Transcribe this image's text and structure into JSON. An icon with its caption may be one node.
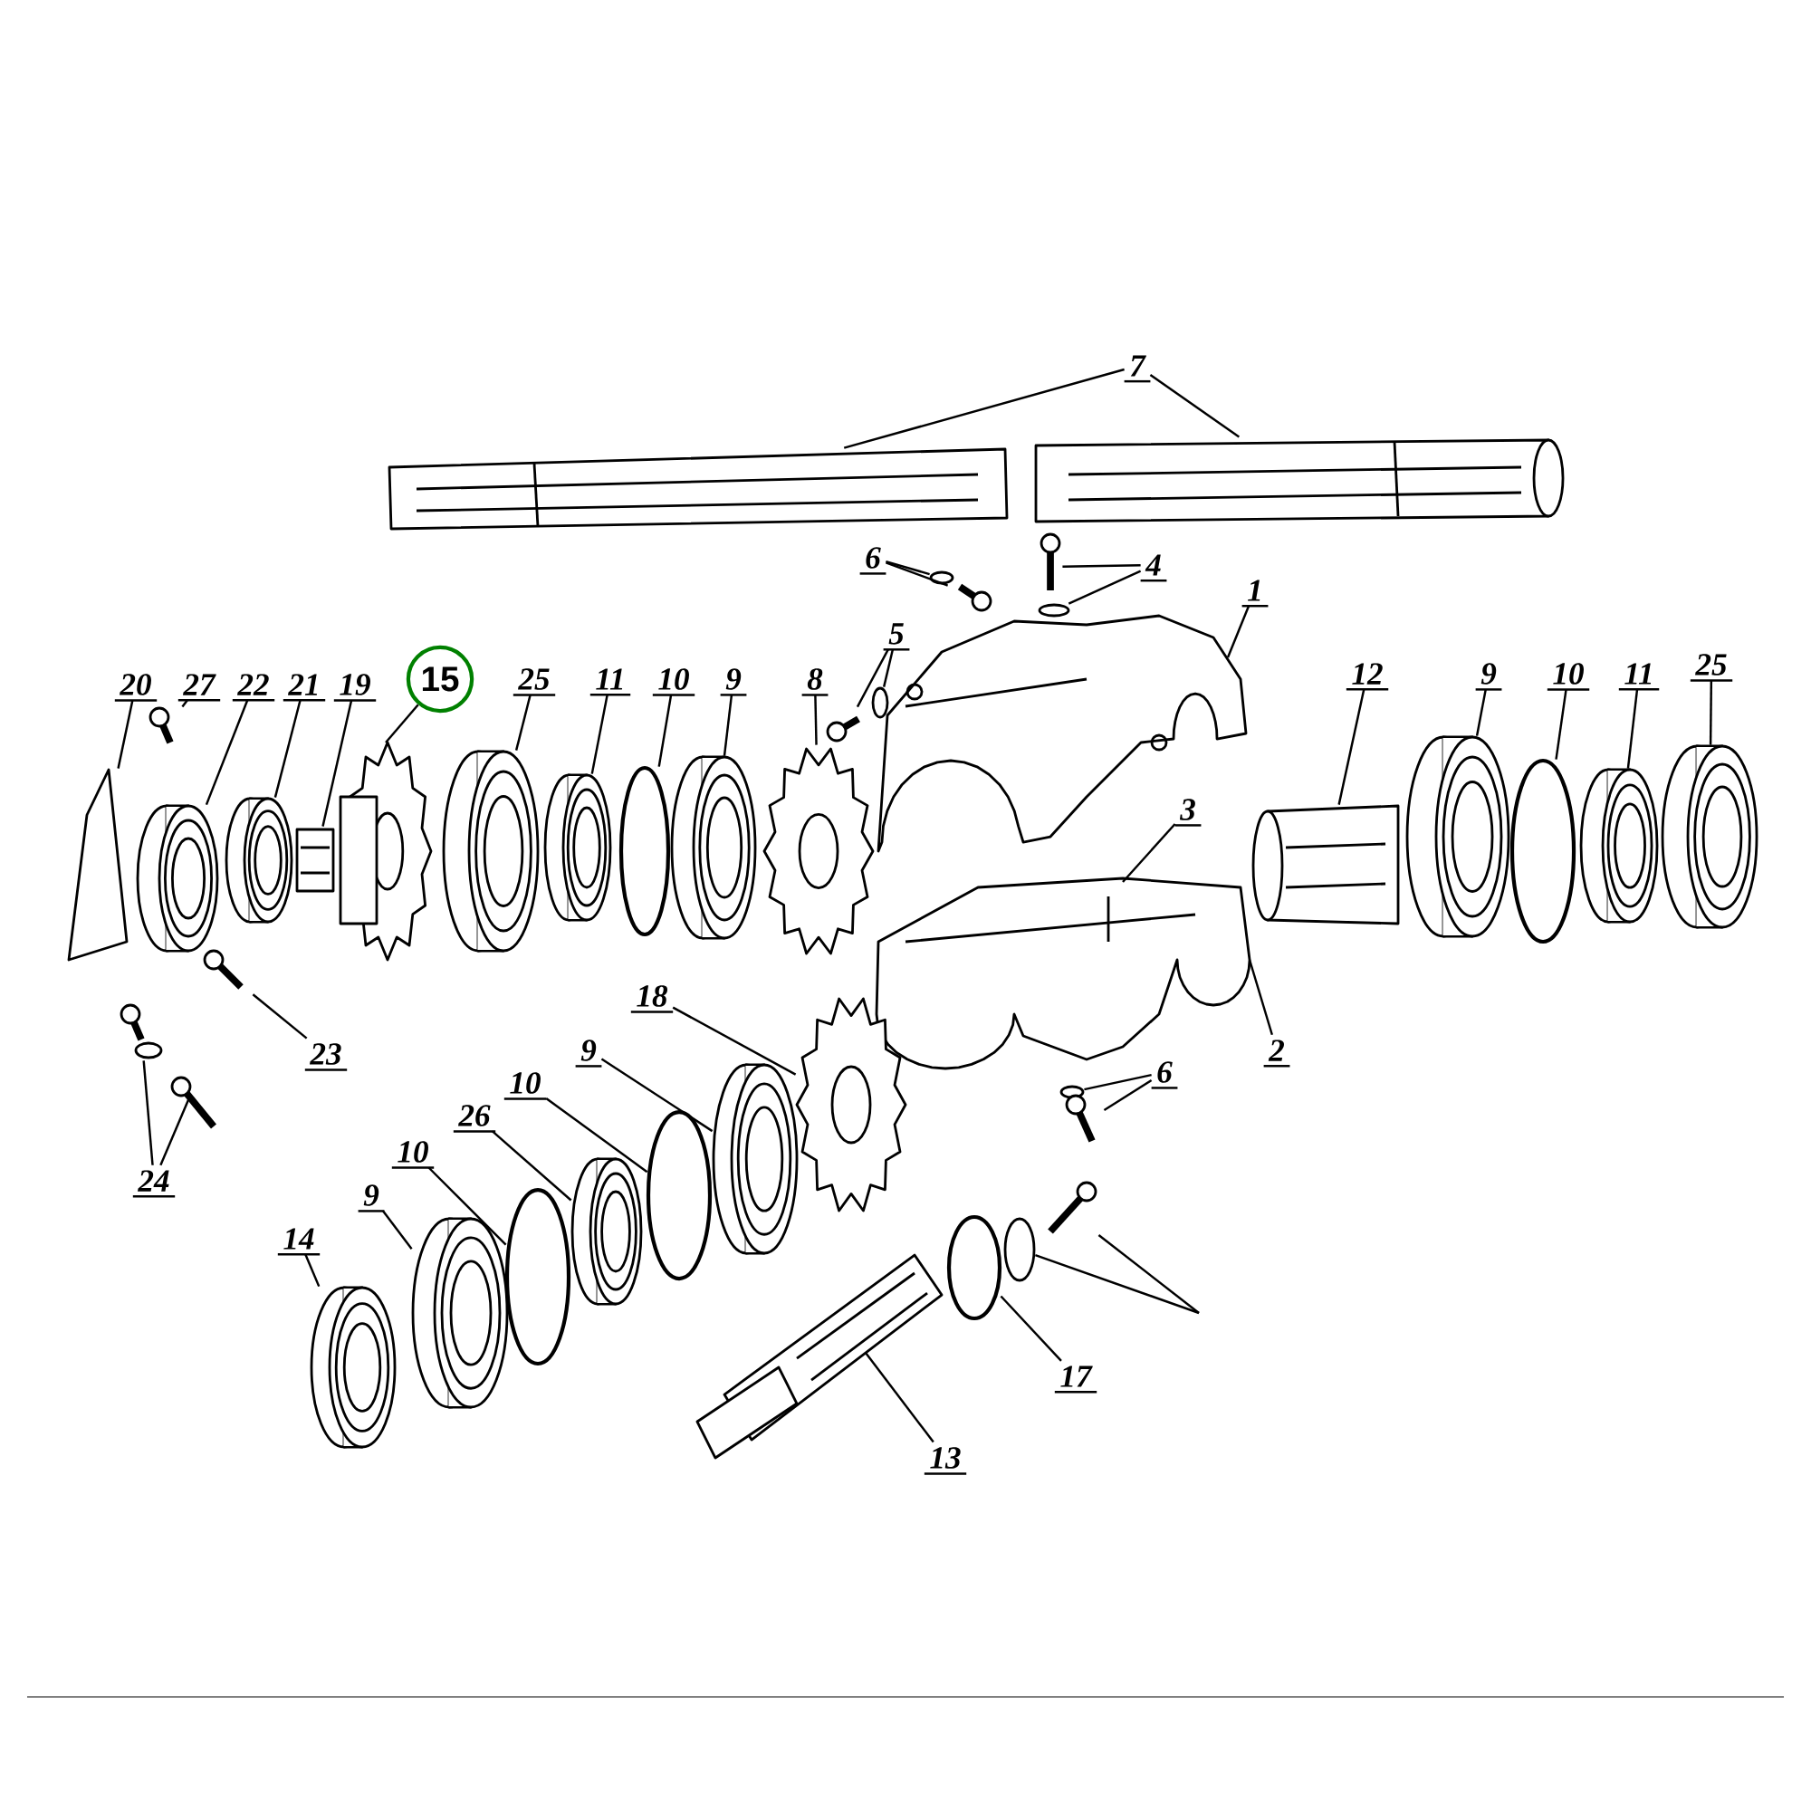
{
  "diagram": {
    "nodes": [
      {
        "text": [
          "7"
        ]
      },
      {
        "text": [
          "6"
        ]
      },
      {
        "text": [
          "4"
        ]
      },
      {
        "text": [
          "5"
        ]
      },
      {
        "text": [
          "1"
        ]
      },
      {
        "text": [
          "3"
        ]
      },
      {
        "text": [
          "12"
        ]
      },
      {
        "text": [
          "9"
        ]
      },
      {
        "text": [
          "10"
        ]
      },
      {
        "text": [
          "11"
        ]
      },
      {
        "text": [
          "25"
        ]
      },
      {
        "text": [
          "2"
        ]
      },
      {
        "text": [
          "6"
        ]
      },
      {
        "text": [
          "20"
        ]
      },
      {
        "text": [
          "27"
        ]
      },
      {
        "text": [
          "22"
        ]
      },
      {
        "text": [
          "21"
        ]
      },
      {
        "text": [
          "19"
        ]
      },
      {
        "text": [
          "15"
        ]
      },
      {
        "text": [
          "25"
        ]
      },
      {
        "text": [
          "11"
        ]
      },
      {
        "text": [
          "10"
        ]
      },
      {
        "text": [
          "9"
        ]
      },
      {
        "text": [
          "8"
        ]
      },
      {
        "text": [
          "23"
        ]
      },
      {
        "text": [
          "24"
        ]
      },
      {
        "text": [
          "18"
        ]
      },
      {
        "text": [
          "9"
        ]
      },
      {
        "text": [
          "10"
        ]
      },
      {
        "text": [
          "26"
        ]
      },
      {
        "text": [
          "10"
        ]
      },
      {
        "text": [
          "9"
        ]
      },
      {
        "text": [
          "14"
        ]
      },
      {
        "text": [
          "17"
        ]
      },
      {
        "text": [
          "13"
        ]
      },
      {
        "text": [],
        "shape": "picture"
      },
      {
        "text": [],
        "shape": "picture"
      },
      {
        "text": [],
        "shape": "circle"
      },
      {
        "text": [],
        "shape": "picture"
      },
      {
        "text": [],
        "shape": "picture"
      },
      {
        "text": [],
        "shape": "circle"
      },
      {
        "text": [],
        "shape": "picture"
      },
      {
        "text": [],
        "shape": "circle"
      },
      {
        "text": [],
        "shape": "picture"
      },
      {
        "text": [],
        "shape": "picture"
      },
      {
        "text": [],
        "shape": "picture"
      },
      {
        "text": [],
        "shape": "picture"
      },
      {
        "text": [],
        "shape": "picture"
      },
      {
        "text": [],
        "shape": "picture"
      },
      {
        "text": [],
        "shape": "picture"
      },
      {
        "text": [],
        "shape": "picture"
      },
      {
        "text": [],
        "shape": "picture"
      },
      {
        "text": [],
        "shape": "picture"
      },
      {
        "text": [],
        "shape": "picture"
      },
      {
        "text": [],
        "shape": "picture"
      },
      {
        "text": [],
        "shape": "picture"
      },
      {
        "text": [],
        "shape": "circle"
      },
      {
        "text": [],
        "shape": "picture"
      },
      {
        "text": [],
        "shape": "picture"
      },
      {
        "text": [],
        "shape": "picture"
      },
      {
        "text": [],
        "shape": "picture"
      },
      {
        "text": [],
        "shape": "circle"
      },
      {
        "text": [],
        "shape": "picture"
      },
      {
        "text": [],
        "shape": "picture"
      },
      {
        "text": [],
        "shape": "circle"
      },
      {
        "text": [],
        "shape": "picture"
      },
      {
        "text": [],
        "shape": "picture"
      },
      {
        "text": [],
        "shape": "picture"
      },
      {
        "text": [],
        "shape": "circle"
      },
      {
        "text": [],
        "shape": "picture"
      },
      {
        "text": [],
        "shape": "circle"
      },
      {
        "text": [],
        "shape": "picture"
      },
      {
        "text": [],
        "shape": "picture"
      },
      {
        "text": [],
        "shape": "picture"
      },
      {
        "text": [],
        "shape": "circle"
      },
      {
        "text": [],
        "shape": "circle"
      },
      {
        "text": [],
        "shape": "picture"
      }
    ],
    "edges": [
      {
        "from": 0,
        "to": 35,
        "arrow": "none"
      },
      {
        "from": 0,
        "to": 36,
        "arrow": "none"
      },
      {
        "from": 1,
        "to": 37,
        "arrow": "none"
      },
      {
        "from": 1,
        "to": 38,
        "arrow": "none"
      },
      {
        "from": 2,
        "to": 39,
        "arrow": "none"
      },
      {
        "from": 2,
        "to": 40,
        "arrow": "none"
      },
      {
        "from": 3,
        "to": 41,
        "arrow": "none"
      },
      {
        "from": 3,
        "to": 42,
        "arrow": "none"
      },
      {
        "from": 4,
        "to": 43,
        "arrow": "none"
      },
      {
        "from": 5,
        "to": 44,
        "arrow": "none"
      },
      {
        "from": 6,
        "to": 59,
        "arrow": "none"
      },
      {
        "from": 7,
        "to": 60,
        "arrow": "none"
      },
      {
        "from": 8,
        "to": 61,
        "arrow": "none"
      },
      {
        "from": 9,
        "to": 62,
        "arrow": "none"
      },
      {
        "from": 10,
        "to": 63,
        "arrow": "none"
      },
      {
        "from": 11,
        "to": 44,
        "arrow": "none"
      },
      {
        "from": 12,
        "to": 64,
        "arrow": "none"
      },
      {
        "from": 12,
        "to": 65,
        "arrow": "none"
      },
      {
        "from": 13,
        "to": 46,
        "arrow": "none"
      },
      {
        "from": 14,
        "to": 45,
        "arrow": "none"
      },
      {
        "from": 15,
        "to": 47,
        "arrow": "none"
      },
      {
        "from": 16,
        "to": 48,
        "arrow": "none"
      },
      {
        "from": 17,
        "to": 49,
        "arrow": "none"
      },
      {
        "from": 18,
        "to": 50,
        "arrow": "none"
      },
      {
        "from": 19,
        "to": 54,
        "arrow": "none"
      },
      {
        "from": 20,
        "to": 55,
        "arrow": "none"
      },
      {
        "from": 21,
        "to": 56,
        "arrow": "none"
      },
      {
        "from": 22,
        "to": 57,
        "arrow": "none"
      },
      {
        "from": 23,
        "to": 58,
        "arrow": "none"
      },
      {
        "from": 24,
        "to": 51,
        "arrow": "none"
      },
      {
        "from": 25,
        "to": 52,
        "arrow": "none"
      },
      {
        "from": 25,
        "to": 53,
        "arrow": "none"
      },
      {
        "from": 26,
        "to": 66,
        "arrow": "none"
      },
      {
        "from": 27,
        "to": 67,
        "arrow": "none"
      },
      {
        "from": 28,
        "to": 68,
        "arrow": "none"
      },
      {
        "from": 29,
        "to": 69,
        "arrow": "none"
      },
      {
        "from": 30,
        "to": 70,
        "arrow": "none"
      },
      {
        "from": 31,
        "to": 71,
        "arrow": "none"
      },
      {
        "from": 32,
        "to": 72,
        "arrow": "none"
      },
      {
        "from": 33,
        "to": 74,
        "arrow": "none"
      },
      {
        "from": 34,
        "to": 73,
        "arrow": "none"
      },
      {
        "from": null,
        "to": 76,
        "arrow": "none"
      },
      {
        "from": null,
        "to": 75,
        "arrow": "none"
      }
    ]
  }
}
